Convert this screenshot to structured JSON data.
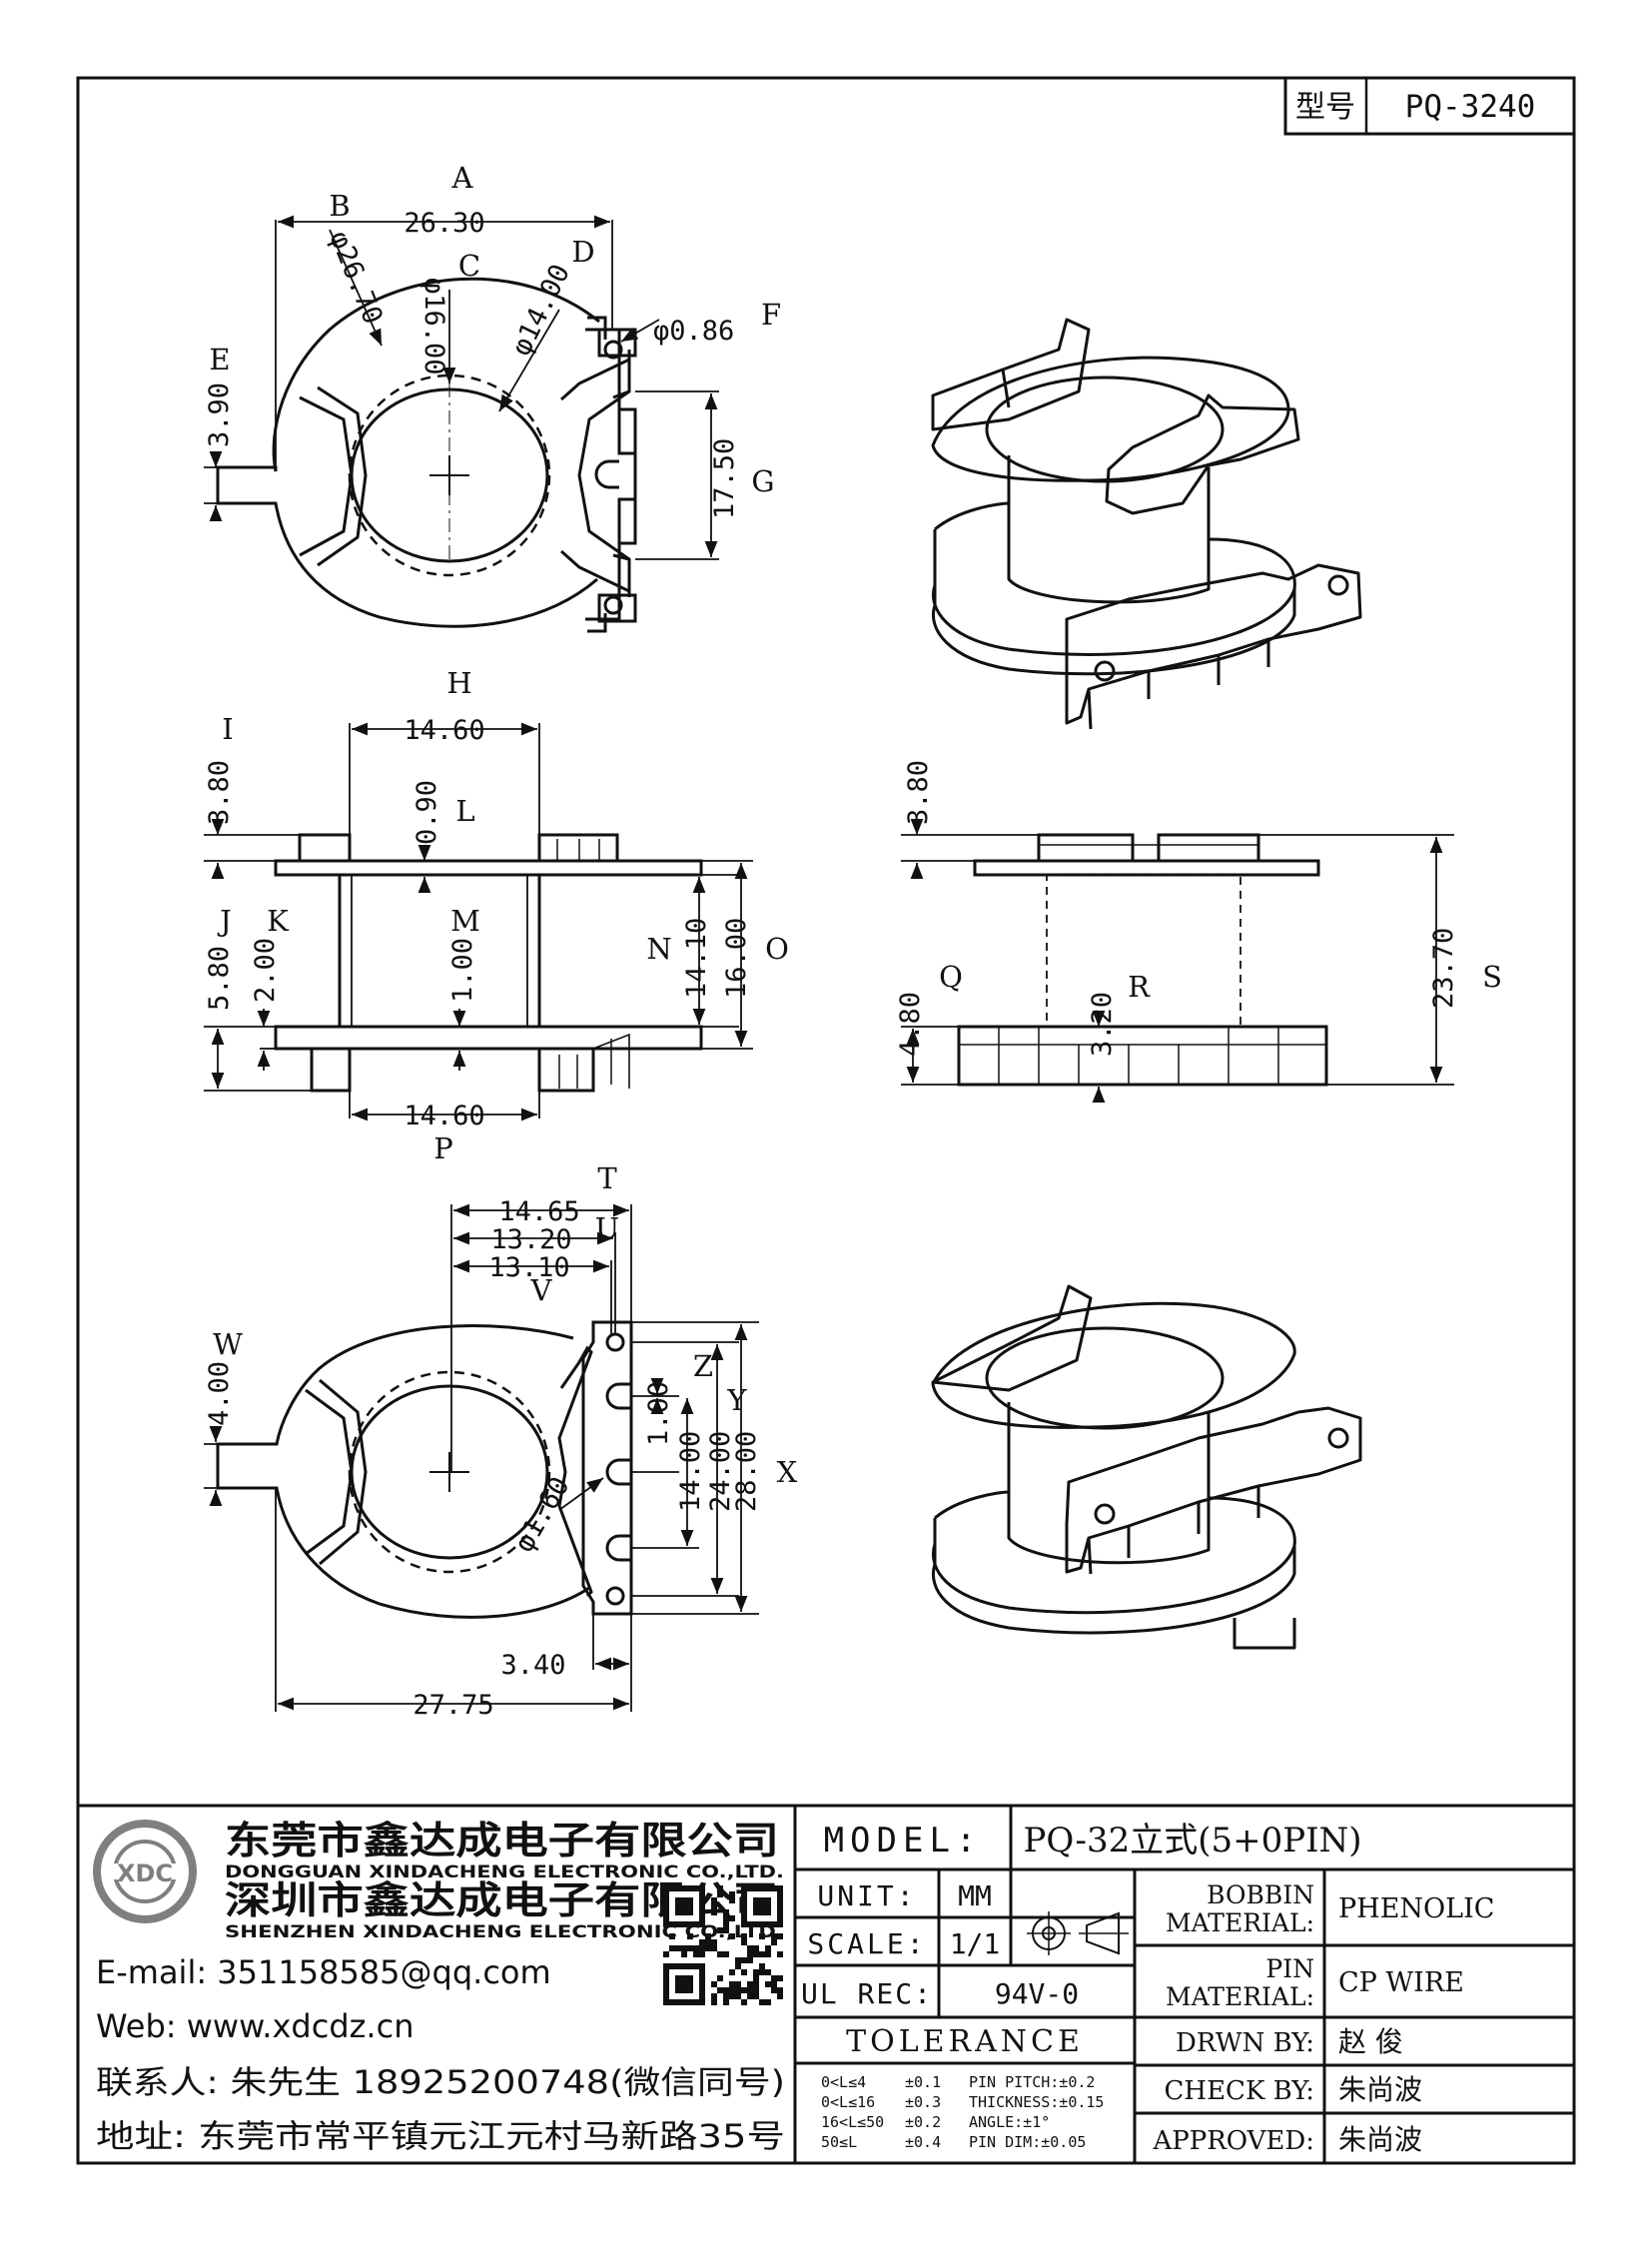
{
  "header": {
    "type_label": "型号",
    "type_value": "PQ-3240"
  },
  "labels": {
    "A": "A",
    "B": "B",
    "C": "C",
    "D": "D",
    "E": "E",
    "F": "F",
    "G": "G",
    "H": "H",
    "I": "I",
    "J": "J",
    "K": "K",
    "L": "L",
    "M": "M",
    "N": "N",
    "O": "O",
    "P": "P",
    "Q": "Q",
    "R": "R",
    "S": "S",
    "T": "T",
    "U": "U",
    "V": "V",
    "W": "W",
    "X": "X",
    "Y": "Y",
    "Z": "Z"
  },
  "dims": {
    "a": "26.30",
    "b": "φ26.70",
    "c": "φ16.00",
    "d": "φ14.00",
    "e": "3.90",
    "f": "φ0.86",
    "g": "17.50",
    "h": "14.60",
    "i": "3.80",
    "l": "0.90",
    "k": "2.00",
    "j": "5.80",
    "m": "1.00",
    "n": "14.10",
    "o": "16.00",
    "p": "14.60",
    "i2": "3.80",
    "q": "4.80",
    "r": "3.20",
    "s": "23.70",
    "t": "14.65",
    "u": "13.20",
    "v": "13.10",
    "w": "4.00",
    "z": "1.00",
    "y1": "14.00",
    "y": "24.00",
    "x": "28.00",
    "pin": "φ1.60",
    "b34": "3.40",
    "w2775": "27.75"
  },
  "company": {
    "name1": "东莞市鑫达成电子有限公司",
    "name1_en": "DONGGUAN XINDACHENG ELECTRONIC CO.,LTD.",
    "name2": "深圳市鑫达成电子有限公司",
    "name2_en": "SHENZHEN XINDACHENG ELECTRONIC CO.,LTD.",
    "email": "E-mail: 351158585@qq.com",
    "web": "Web: www.xdcdz.cn",
    "contact": "联系人: 朱先生 18925200748(微信同号)",
    "address": "地址: 东莞市常平镇元江元村马新路35号",
    "logo_text": "XDC"
  },
  "titleblock": {
    "model_label": "MODEL:",
    "model_value": "PQ-32立式(5+0PIN)",
    "unit_label": "UNIT:",
    "unit_value": "MM",
    "scale_label": "SCALE:",
    "scale_value": "1/1",
    "ul_label": "UL REC:",
    "ul_value": "94V-0",
    "tolerance_label": "TOLERANCE",
    "tol_rows": [
      [
        "0<L≤4",
        "±0.1",
        "PIN PITCH:±0.2"
      ],
      [
        "0<L≤16",
        "±0.3",
        "THICKNESS:±0.15"
      ],
      [
        "16<L≤50",
        "±0.2",
        "ANGLE:±1°"
      ],
      [
        "50≤L",
        "±0.4",
        "PIN DIM:±0.05"
      ]
    ],
    "bobbin_label1": "BOBBIN",
    "bobbin_label2": "MATERIAL:",
    "bobbin_value": "PHENOLIC",
    "pin_label1": "PIN",
    "pin_label2": "MATERIAL:",
    "pin_value": "CP WIRE",
    "drwn_label": "DRWN BY:",
    "drwn_value": "赵 俊",
    "check_label": "CHECK BY:",
    "check_value": "朱尚波",
    "appr_label": "APPROVED:",
    "appr_value": "朱尚波"
  }
}
